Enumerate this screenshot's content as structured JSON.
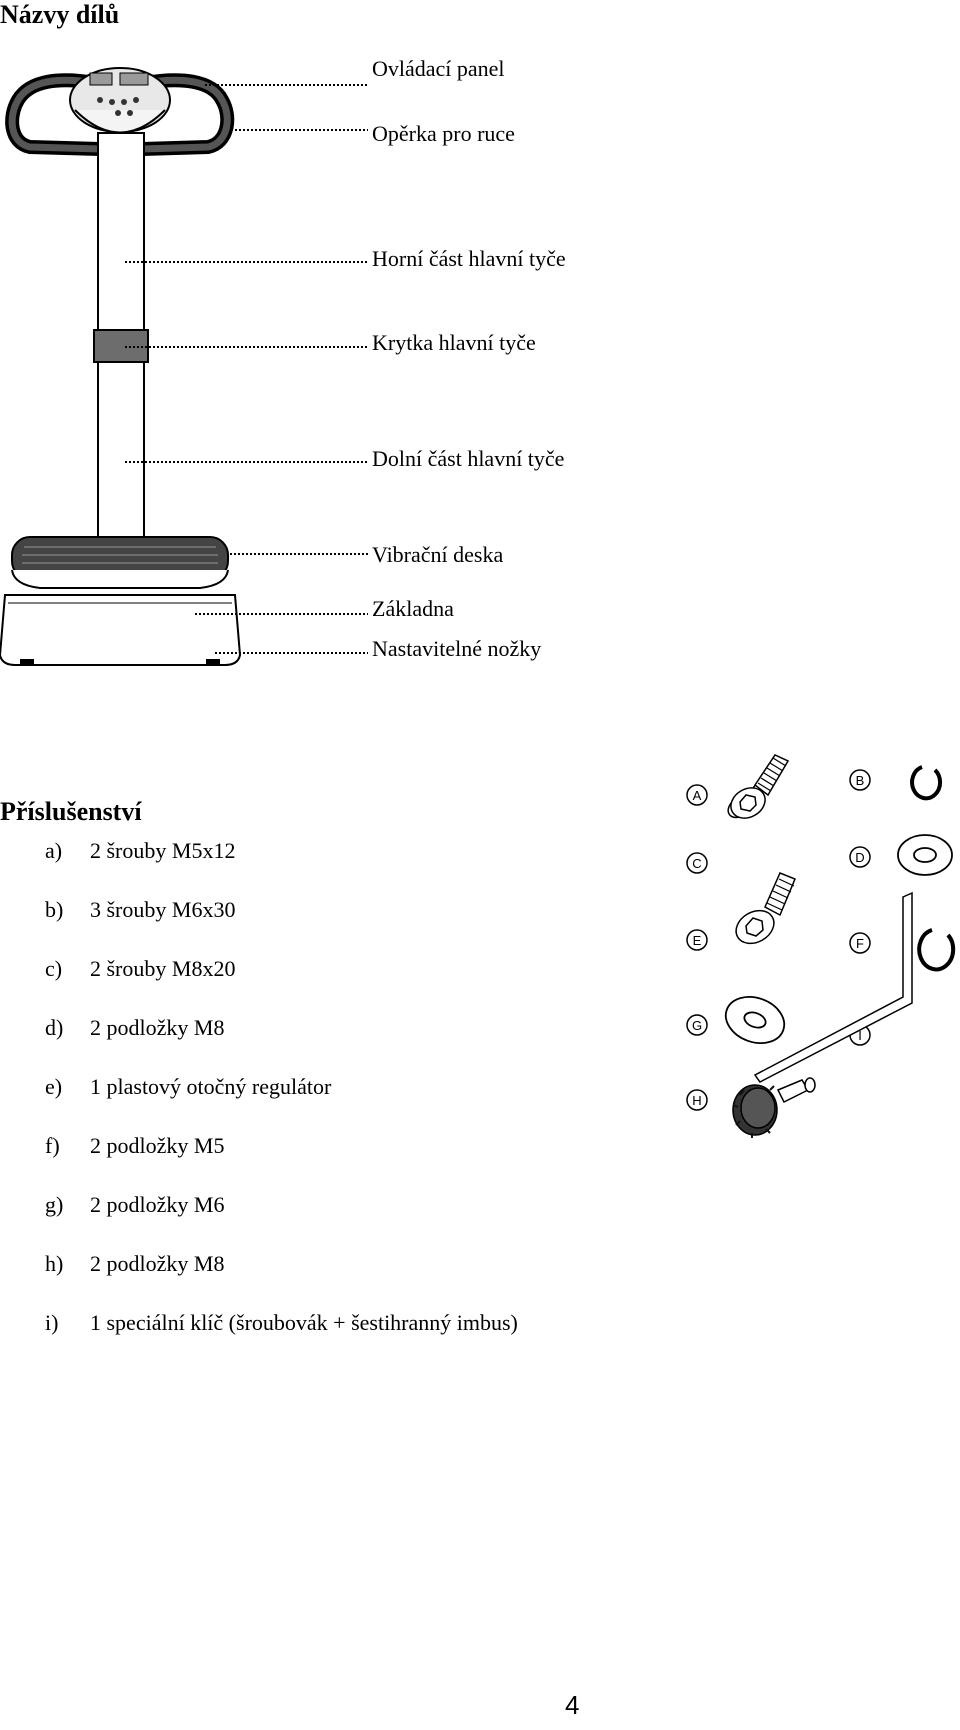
{
  "parts_section": {
    "title": "Názvy dílů",
    "labels": [
      "Ovládací panel",
      "Opěrka pro ruce",
      "Horní část hlavní tyče",
      "Krytka hlavní tyče",
      "Dolní část hlavní tyče",
      "Vibrační deska",
      "Základna",
      "Nastavitelné nožky"
    ]
  },
  "accessories_section": {
    "title": "Příslušenství",
    "items": [
      {
        "letter": "a)",
        "text": "2 šrouby M5x12"
      },
      {
        "letter": "b)",
        "text": "3 šrouby M6x30"
      },
      {
        "letter": "c)",
        "text": "2 šrouby M8x20"
      },
      {
        "letter": "d)",
        "text": "2 podložky M8"
      },
      {
        "letter": "e)",
        "text": "1 plastový otočný regulátor"
      },
      {
        "letter": "f)",
        "text": "2 podložky M5"
      },
      {
        "letter": "g)",
        "text": "2 podložky M6"
      },
      {
        "letter": "h)",
        "text": "2 podložky M8"
      },
      {
        "letter": "i)",
        "text": "1 speciální klíč (šroubovák + šestihranný imbus)"
      }
    ],
    "figure_markers": [
      "A",
      "B",
      "C",
      "D",
      "E",
      "F",
      "G",
      "I",
      "H"
    ]
  },
  "page_number": "4"
}
